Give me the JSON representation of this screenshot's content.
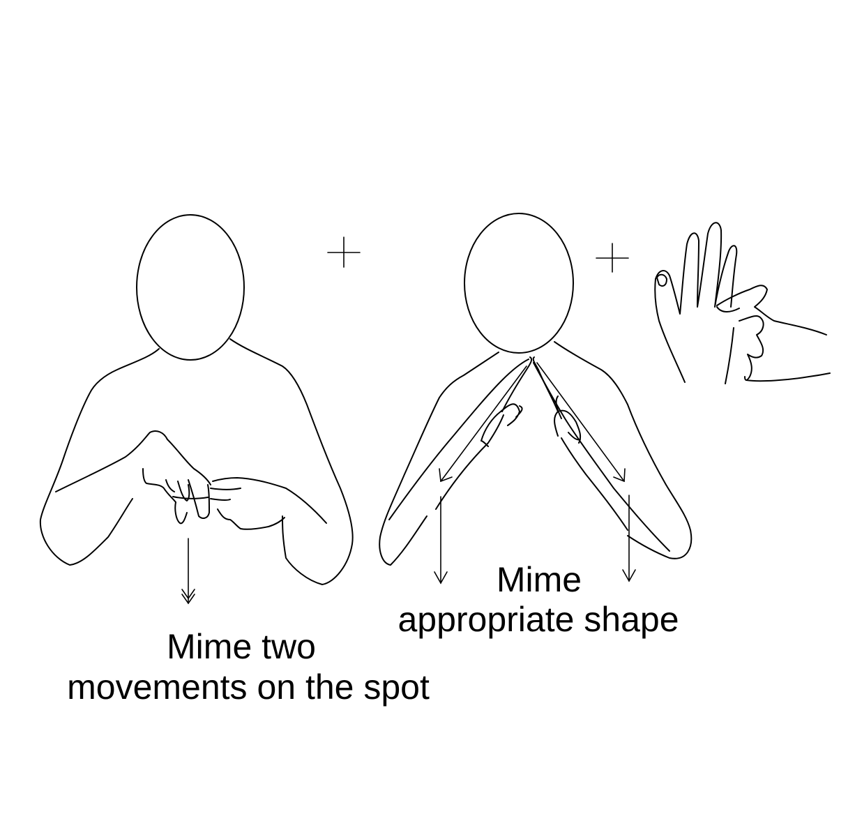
{
  "captions": {
    "left_line1": "Mime two",
    "left_line2": "movements on the spot",
    "middle_line1": "Mime",
    "middle_line2": "appropriate shape"
  },
  "colors": {
    "ink": "#000000",
    "paper": "#ffffff"
  },
  "sequence": [
    {
      "figure": "person-fingers-together",
      "movement": "double down arrow"
    },
    {
      "join": "plus"
    },
    {
      "figure": "person-hands-apart-downward",
      "movement": "two down arrows"
    },
    {
      "join": "plus"
    },
    {
      "figure": "hand-detail",
      "movement": "none"
    }
  ]
}
